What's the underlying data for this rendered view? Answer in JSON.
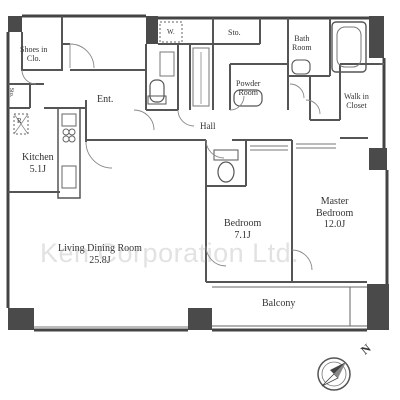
{
  "rooms": {
    "shoes_in_clo": {
      "line1": "Shoes in",
      "line2": "Clo."
    },
    "storage_left": "Sto.",
    "refrigerator": "R",
    "washer": "W.",
    "storage_top": "Sto.",
    "bath_room": {
      "line1": "Bath",
      "line2": "Room"
    },
    "powder_room": {
      "line1": "Powder",
      "line2": "Room"
    },
    "walk_in_closet": {
      "line1": "Walk in",
      "line2": "Closet"
    },
    "entrance": "Ent.",
    "hall": "Hall",
    "kitchen": {
      "name": "Kitchen",
      "size": "5.1J"
    },
    "living_dining": {
      "name": "Living Dining Room",
      "size": "25.8J"
    },
    "bedroom": {
      "name": "Bedroom",
      "size": "7.1J"
    },
    "master_bedroom": {
      "line1": "Master",
      "line2": "Bedroom",
      "size": "12.0J"
    },
    "balcony": "Balcony"
  },
  "compass": {
    "north": "N"
  },
  "watermark": "Ken Corporation Ltd."
}
